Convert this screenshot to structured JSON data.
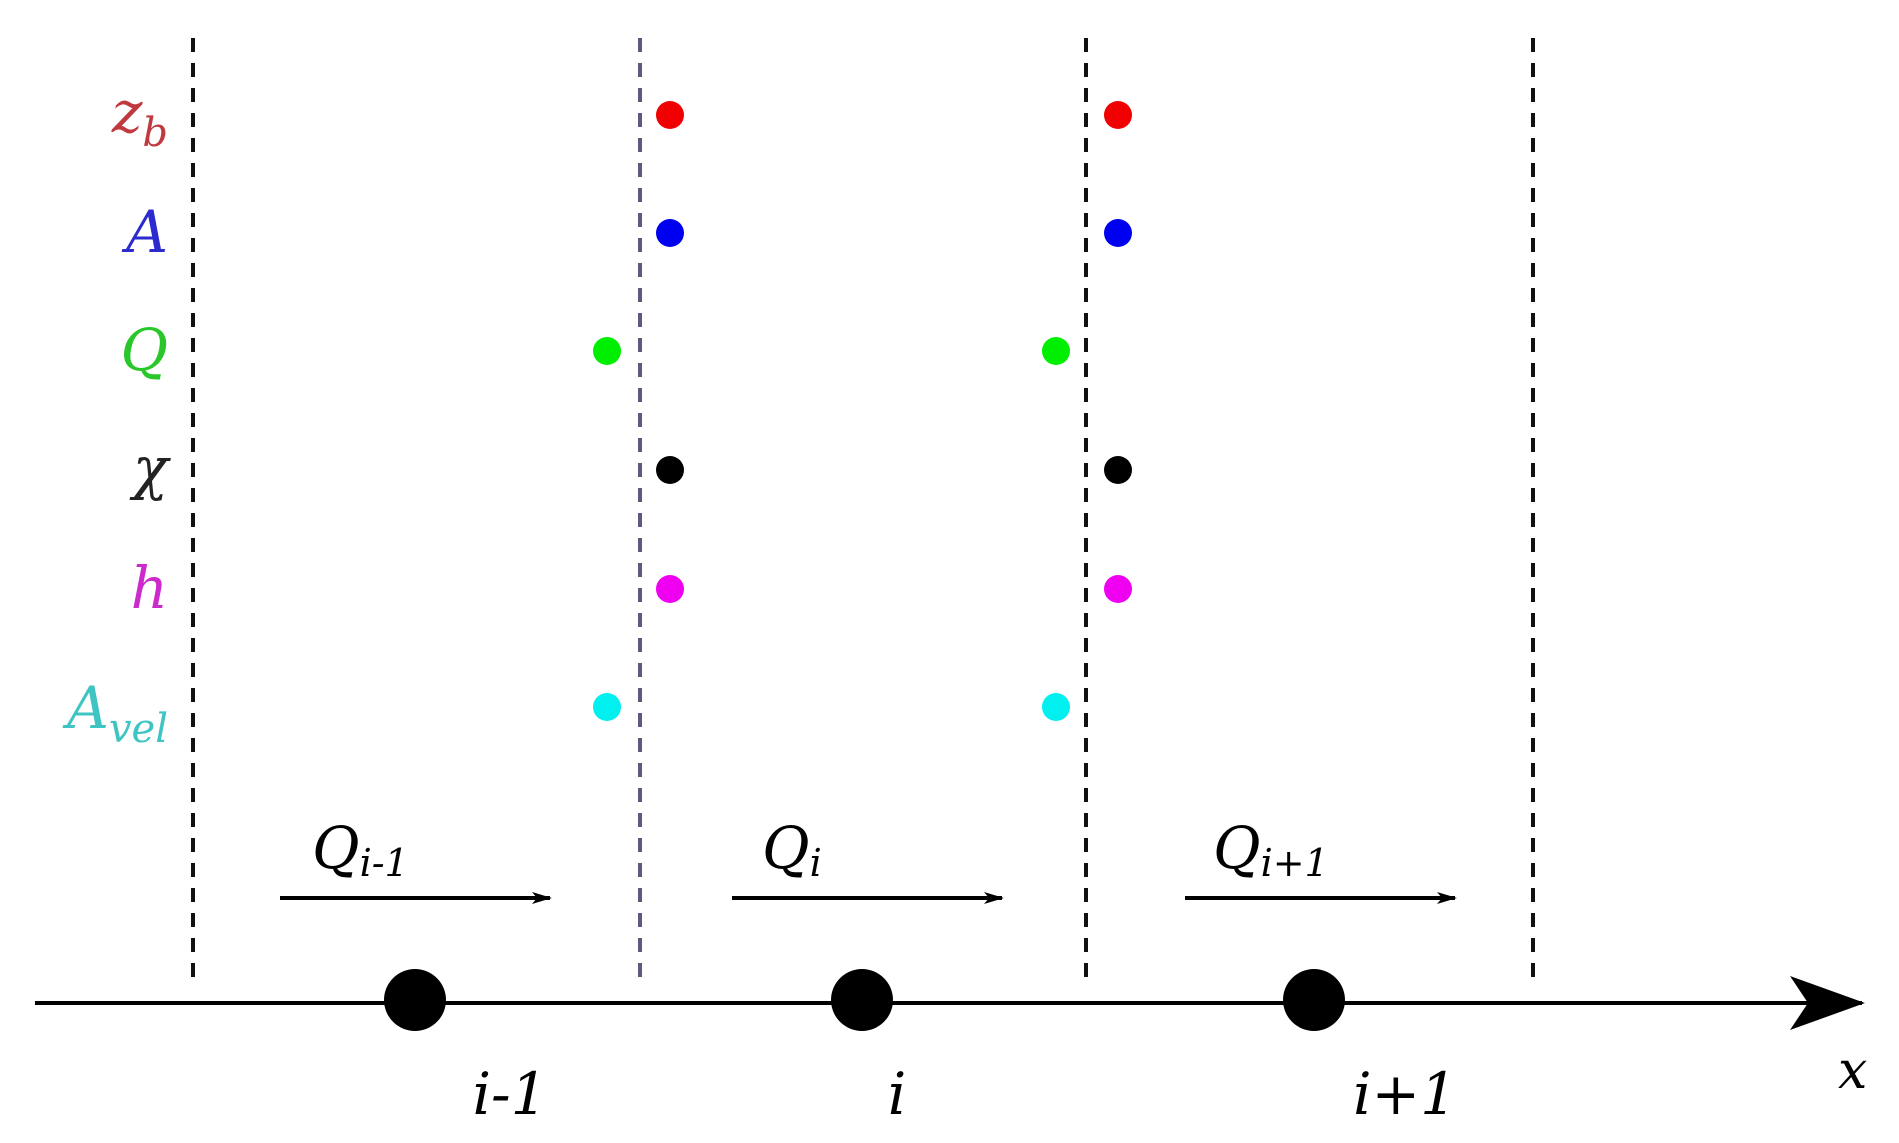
{
  "variables": [
    {
      "base": "z",
      "sub": "b",
      "color": "#c0393f"
    },
    {
      "base": "A",
      "sub": "",
      "color": "#2b2bcf"
    },
    {
      "base": "Q",
      "sub": "",
      "color": "#29c729"
    },
    {
      "base": "χ",
      "sub": "",
      "color": "#222222"
    },
    {
      "base": "h",
      "sub": "",
      "color": "#cc2acc"
    },
    {
      "base": "A",
      "sub": "vel",
      "color": "#3fc4c4"
    }
  ],
  "dot_colors": [
    "#f00000",
    "#0000f0",
    "#00ee00",
    "#000000",
    "#f000f0",
    "#00f0f0"
  ],
  "boundary_line_colors": [
    "#111111",
    "#5b5b7e",
    "#111111",
    "#111111"
  ],
  "fluxes": [
    {
      "base": "Q",
      "sub": "i-1"
    },
    {
      "base": "Q",
      "sub": "i"
    },
    {
      "base": "Q",
      "sub": "i+1"
    }
  ],
  "nodes": [
    {
      "label": "i-1"
    },
    {
      "label": "i"
    },
    {
      "label": "i+1"
    }
  ],
  "axis": {
    "label": "x"
  }
}
